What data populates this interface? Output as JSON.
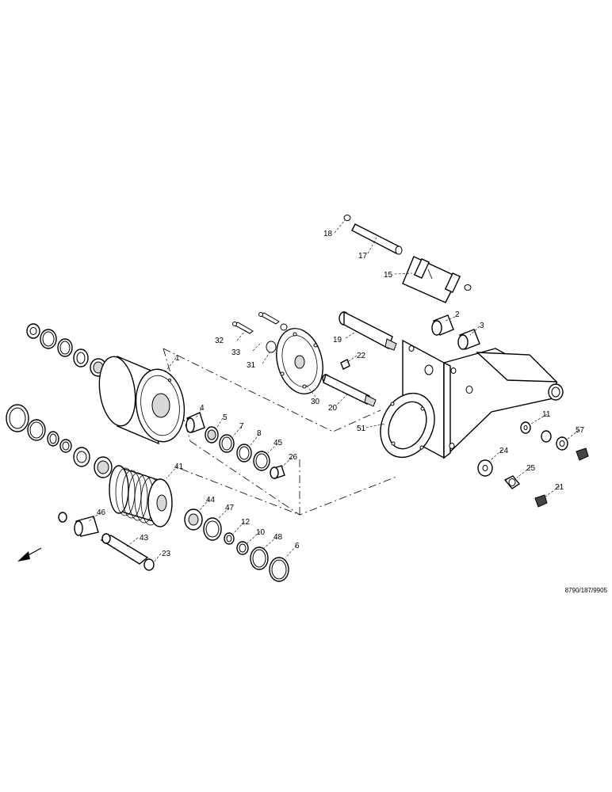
{
  "drawing": {
    "reference": "8790/187/9905",
    "parts": [
      "1",
      "2",
      "3",
      "4",
      "5",
      "6",
      "7",
      "8",
      "10",
      "11",
      "12",
      "15",
      "17",
      "18",
      "19",
      "20",
      "21",
      "22",
      "23",
      "24",
      "25",
      "26",
      "30",
      "31",
      "32",
      "33",
      "41",
      "43",
      "44",
      "45",
      "46",
      "47",
      "48",
      "51",
      "57"
    ]
  }
}
